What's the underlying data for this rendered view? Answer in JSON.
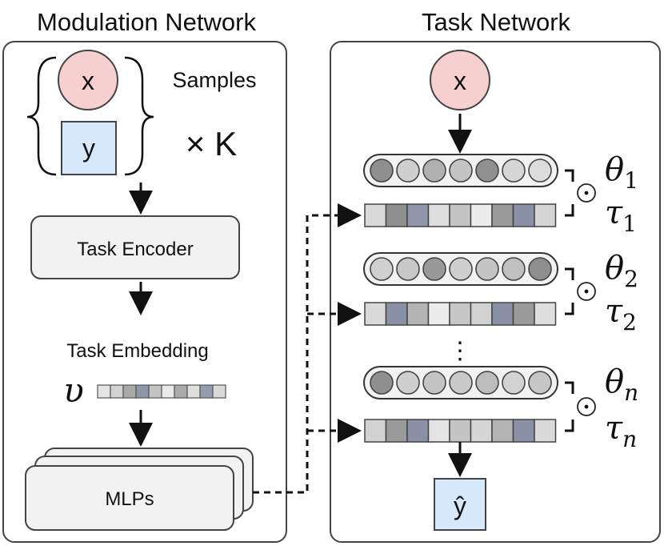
{
  "modulation": {
    "title": "Modulation Network",
    "input_x": "x",
    "input_y": "y",
    "samples_label": "Samples",
    "times_k": "× K",
    "encoder_label": "Task Encoder",
    "embedding_label": "Task Embedding",
    "embedding_symbol": "υ",
    "mlps_label": "MLPs"
  },
  "task": {
    "title": "Task Network",
    "input_x": "x",
    "output_y": "ŷ",
    "odot": "⊙",
    "dots": "⋮",
    "layers": [
      {
        "theta": "θ",
        "theta_sub": "1",
        "tau": "τ",
        "tau_sub": "1"
      },
      {
        "theta": "θ",
        "theta_sub": "2",
        "tau": "τ",
        "tau_sub": "2"
      },
      {
        "theta": "θ",
        "theta_sub": "n",
        "tau": "τ",
        "tau_sub": "n"
      }
    ]
  },
  "colors": {
    "circle_x": "#f6cfcf",
    "box_y": "#d6e9fb",
    "panel_border": "#444444",
    "box_fill": "#f2f2f2"
  }
}
